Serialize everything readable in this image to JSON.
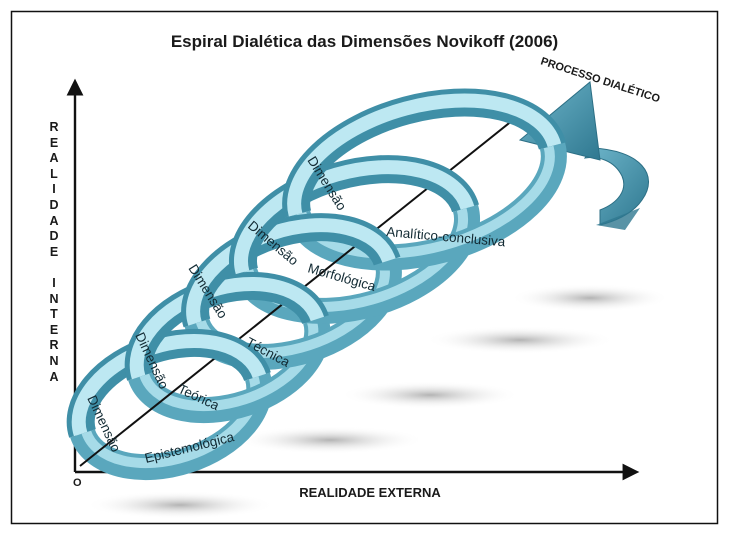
{
  "title": "Espiral Dialética das Dimensões Novikoff (2006)",
  "y_axis_label": "REALIDADE INTERNA",
  "y_axis_letters": [
    "R",
    "E",
    "A",
    "L",
    "I",
    "D",
    "A",
    "D",
    "E",
    "",
    "I",
    "N",
    "T",
    "E",
    "R",
    "N",
    "A"
  ],
  "x_axis_label": "REALIDADE EXTERNA",
  "origin_label": "O",
  "process_label": "PROCESSO DIALÉTICO",
  "rings": [
    {
      "word": "Dimensão",
      "name": "Epistemológica"
    },
    {
      "word": "Dimensão",
      "name": "Teórica"
    },
    {
      "word": "Dimensão",
      "name": "Técnica"
    },
    {
      "word": "Dimensão",
      "name": "Morfológica"
    },
    {
      "word": "Dimensão",
      "name": "Analítico-conclusiva"
    }
  ],
  "colors": {
    "ring_light": "#cdeef7",
    "ring_mid": "#7fc6d8",
    "ring_dark": "#3d8ea6",
    "arrow": "#4a90a8",
    "axis": "#111111"
  }
}
